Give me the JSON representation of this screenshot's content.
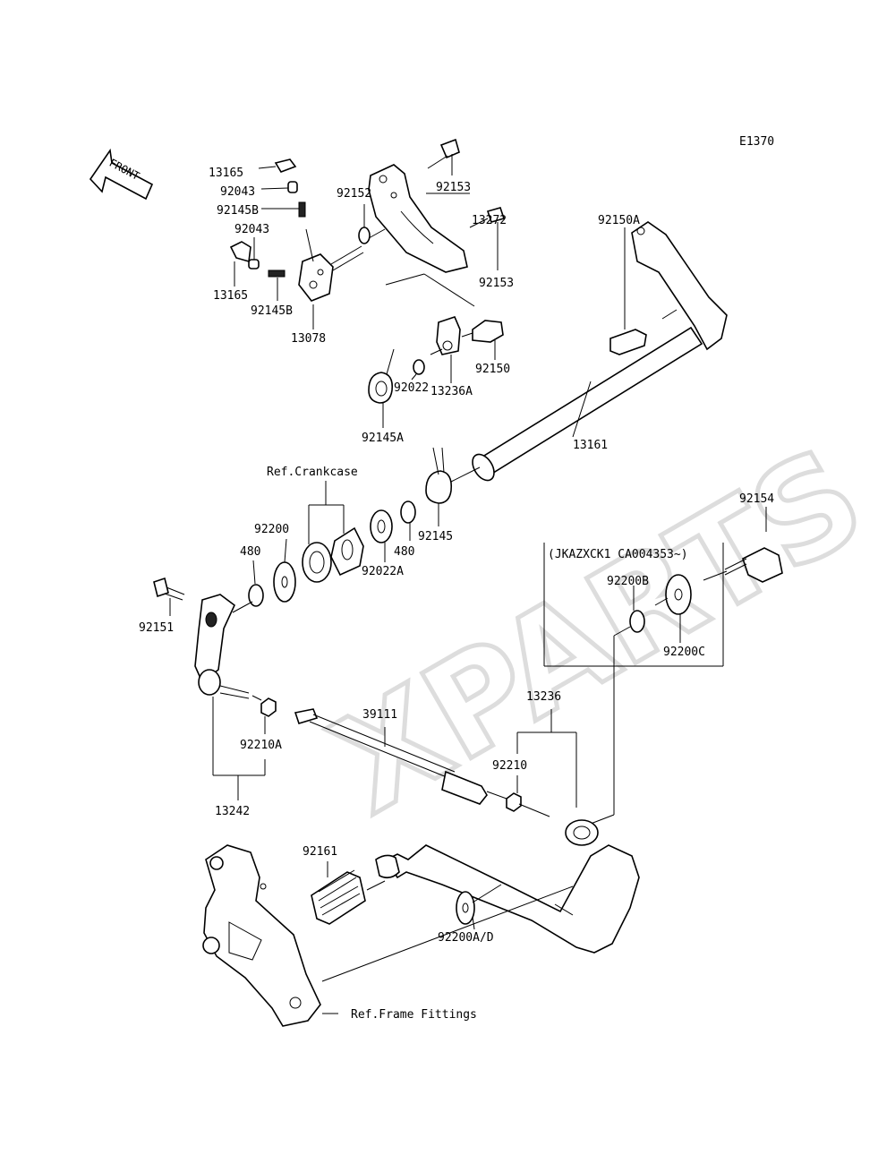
{
  "diagram_code": "E1370",
  "front_arrow": "FRONT",
  "watermark": "XPARTS",
  "refs": {
    "crankcase": "Ref.Crankcase",
    "frame": "Ref.Frame Fittings",
    "serial_box": "(JKAZXCK1 CA004353~)"
  },
  "parts": [
    "13165",
    "92043",
    "92145B",
    "92043",
    "13165",
    "92145B",
    "13078",
    "92152",
    "92153",
    "13272",
    "92153",
    "92150A",
    "92150",
    "13236A",
    "92022",
    "92145A",
    "13161",
    "92145",
    "480",
    "92022A",
    "92200",
    "480",
    "92151",
    "92210A",
    "13242",
    "39111",
    "92154",
    "92200B",
    "92200C",
    "13236",
    "92210",
    "92161",
    "92200A/D"
  ]
}
